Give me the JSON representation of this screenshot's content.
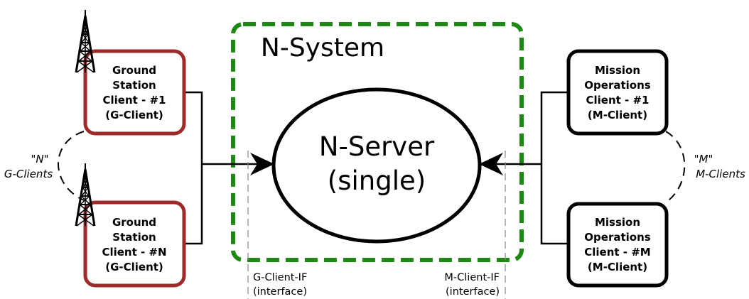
{
  "system": {
    "title": "N-System",
    "border_color": "#1e8a14"
  },
  "server": {
    "line1": "N-Server",
    "line2": "(single)"
  },
  "g_clients": {
    "border_color": "#9e2a2a",
    "first": [
      "Ground",
      "Station",
      "Client - #1",
      "(G-Client)"
    ],
    "last": [
      "Ground",
      "Station",
      "Client - #N",
      "(G-Client)"
    ],
    "count_line1": "\"N\"",
    "count_line2": "G-Clients"
  },
  "m_clients": {
    "border_color": "#000000",
    "first": [
      "Mission",
      "Operations",
      "Client - #1",
      "(M-Client)"
    ],
    "last": [
      "Mission",
      "Operations",
      "Client - #M",
      "(M-Client)"
    ],
    "count_line1": "\"M\"",
    "count_line2": "M-Clients"
  },
  "interfaces": {
    "g": {
      "name": "G-Client-IF",
      "sub": "(interface)"
    },
    "m": {
      "name": "M-Client-IF",
      "sub": "(interface)"
    }
  },
  "icons": {
    "antenna": "radio-tower-icon"
  }
}
